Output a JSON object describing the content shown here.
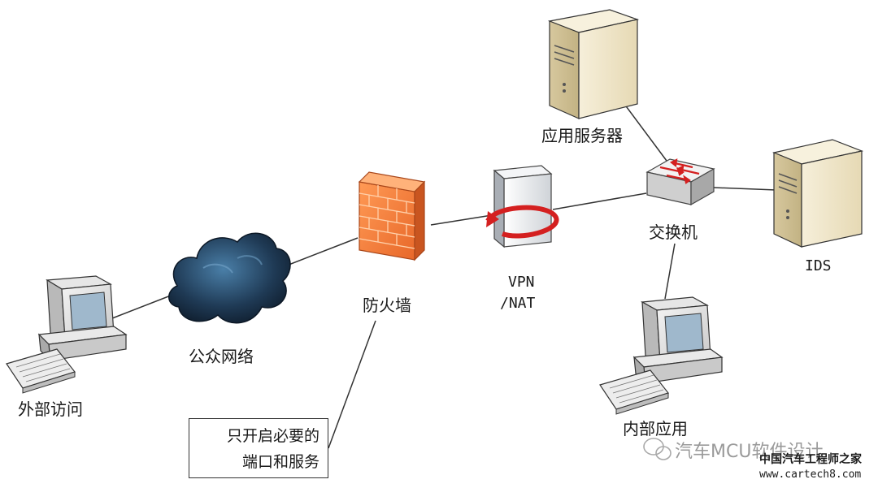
{
  "nodes": {
    "external_access": "外部访问",
    "public_network": "公众网络",
    "firewall": "防火墙",
    "vpn_nat_line1": "VPN",
    "vpn_nat_line2": "/NAT",
    "app_server": "应用服务器",
    "switch": "交换机",
    "ids": "IDS",
    "internal_app": "内部应用"
  },
  "note": {
    "line1": "只开启必要的",
    "line2": "端口和服务"
  },
  "watermark": {
    "channel": "汽车MCU软件设计",
    "site_name": "中国汽车工程师之家",
    "site_url": "www.cartech8.com"
  },
  "colors": {
    "firewall": "#f07a3a",
    "cloud": "#1f3a55",
    "server_body": "#efe4c6",
    "line": "#333333",
    "vpn_arrow": "#d42020"
  }
}
